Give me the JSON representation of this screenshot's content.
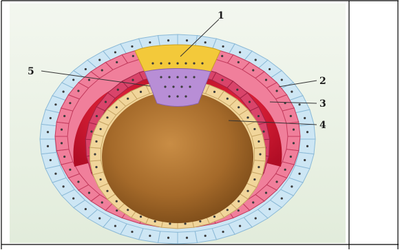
{
  "figure": {
    "labels": [
      "1",
      "2",
      "3",
      "4",
      "5"
    ]
  },
  "colors": {
    "ectoderm": "#cde6f4",
    "mesoderm": "#d9446a",
    "mesoderm_light": "#f07f9b",
    "endoderm": "#f1d59a",
    "yolk": "#a56a2a",
    "notochord": "#b88ed6",
    "cavity": "#c8102e",
    "yellow_plate": "#f3c93a",
    "background": "#e9f2e4"
  }
}
